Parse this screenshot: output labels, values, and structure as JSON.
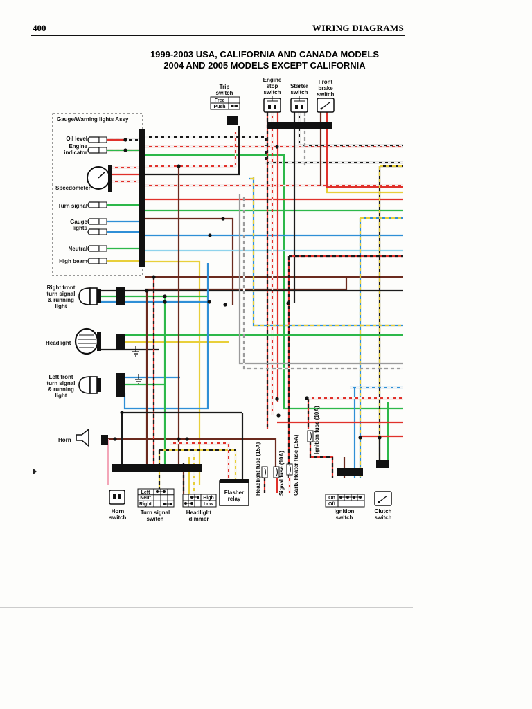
{
  "header": {
    "page_number": "400",
    "section": "WIRING DIAGRAMS"
  },
  "title": {
    "line1": "1999-2003 USA, CALIFORNIA AND CANADA MODELS",
    "line2": "2004 AND 2005 MODELS EXCEPT CALIFORNIA"
  },
  "colors": {
    "black": "#1a1a1a",
    "red": "#e0312b",
    "green": "#2db84a",
    "blue": "#2f8fd6",
    "light_blue": "#8fd3ec",
    "yellow": "#e8cf3a",
    "brown": "#6b2a1e",
    "pink": "#f3a6b8",
    "white": "#f5f5f5",
    "gray": "#9b9b9b"
  },
  "gauge_box": {
    "title": "Gauge/Warning lights Assy",
    "items": [
      "Oil level",
      "Engine indicator",
      "Speedometer",
      "Turn signal",
      "Gauge lights",
      "Neutral",
      "High beam"
    ]
  },
  "left_components": {
    "right_front": "Right front turn signal & running light",
    "headlight": "Headlight",
    "left_front": "Left front turn signal & running light",
    "horn": "Horn"
  },
  "top_switches": {
    "trip": {
      "label": "Trip switch",
      "positions": [
        "Free",
        "Push"
      ]
    },
    "engine_stop": "Engine stop switch",
    "starter": "Starter switch",
    "front_brake": "Front brake switch"
  },
  "bottom_components": {
    "horn_switch": "Horn switch",
    "turn_signal_switch": {
      "label": "Turn signal switch",
      "positions": [
        "Left",
        "Neut",
        "Right"
      ]
    },
    "dimmer_switch": {
      "label": "Headlight dimmer switch",
      "positions": [
        "High",
        "Low"
      ]
    },
    "flasher_relay": "Flasher relay",
    "ignition_switch": {
      "label": "Ignition switch",
      "positions": [
        "On",
        "Off"
      ]
    },
    "clutch_switch": "Clutch switch"
  },
  "fuses": [
    "Headlight fuse (15A)",
    "Signal fuse (10A)",
    "Carb. Heater fuse (15A)",
    "Ignition fuse (10A)"
  ]
}
